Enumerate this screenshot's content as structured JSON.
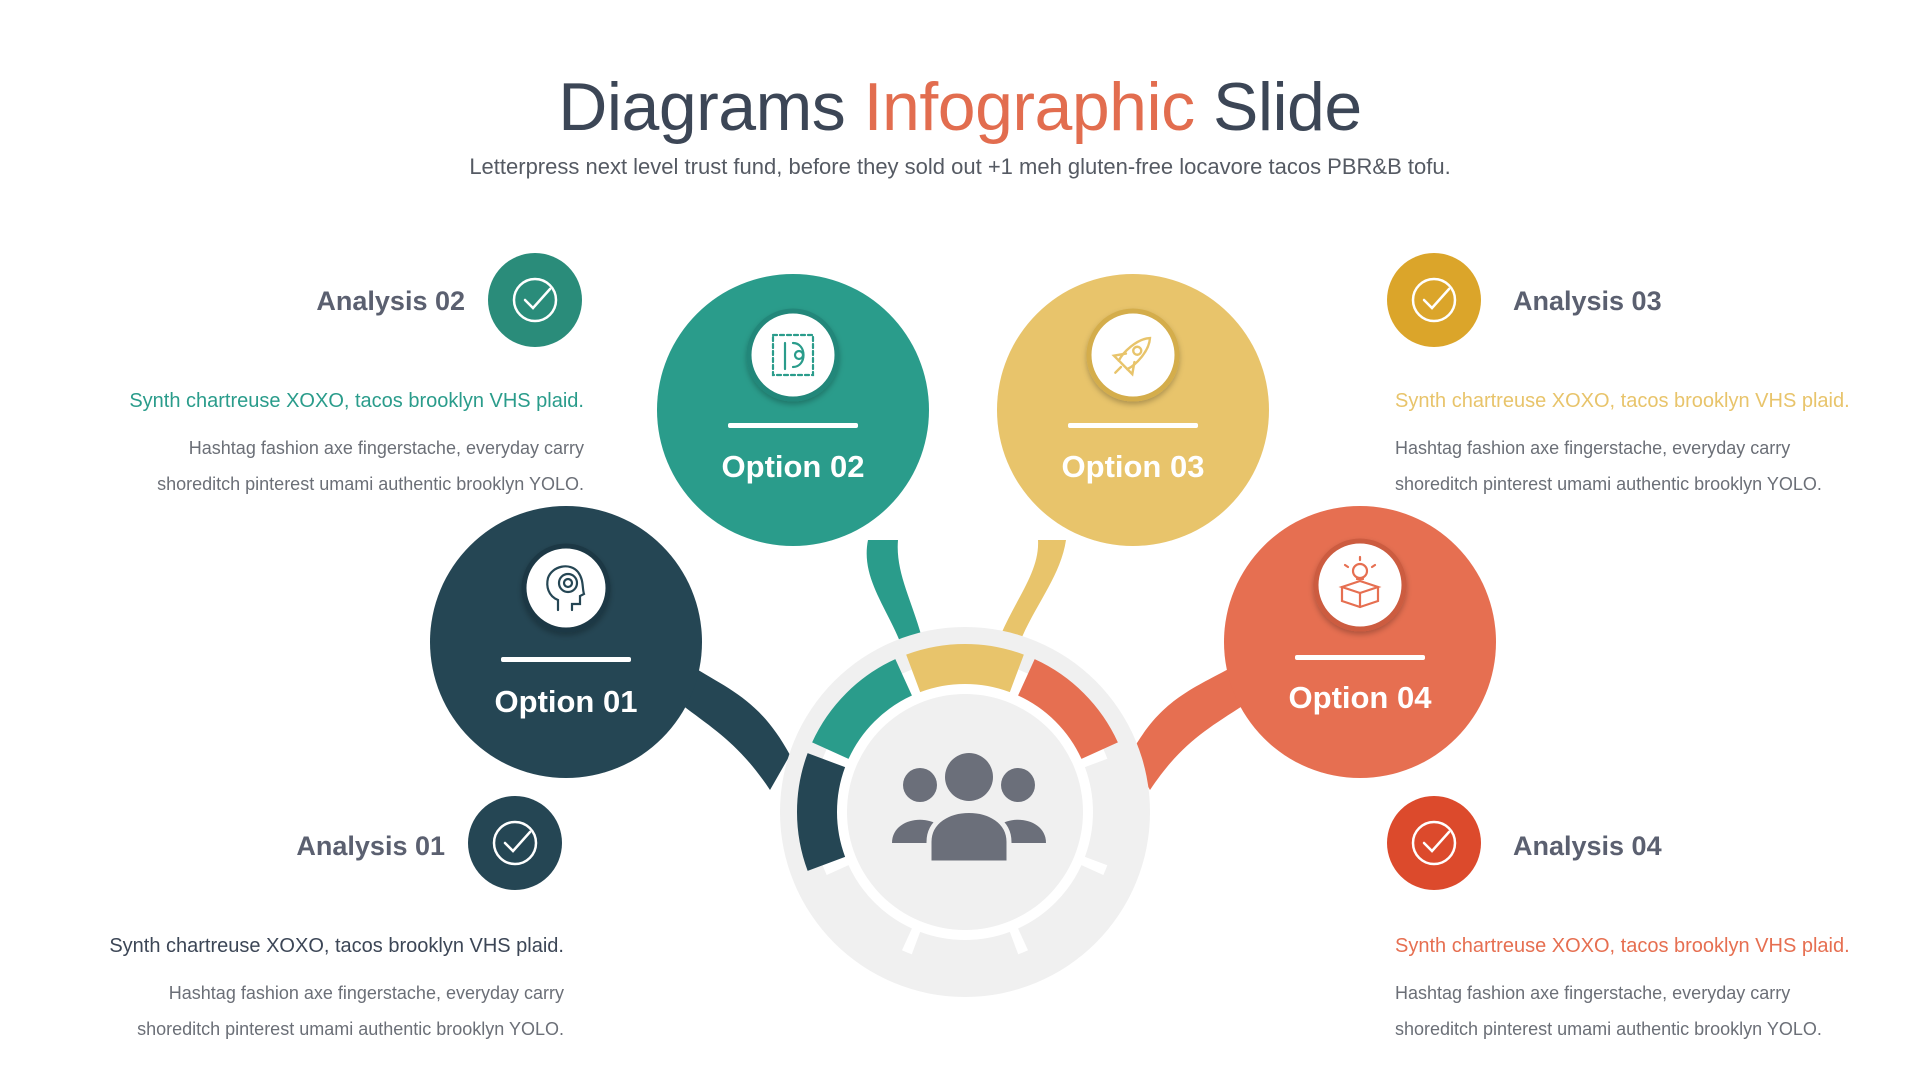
{
  "title": {
    "part1": "Diagrams ",
    "part2": "Infographic",
    "part3": " Slide"
  },
  "subtitle": "Letterpress next level trust fund, before they sold out +1 meh gluten-free locavore tacos PBR&B tofu.",
  "options": [
    {
      "label": "Option 01",
      "color": "#254654",
      "icon": "head-brain-icon"
    },
    {
      "label": "Option 02",
      "color": "#2a9c8b",
      "icon": "design-tools-icon"
    },
    {
      "label": "Option 03",
      "color": "#e8c46b",
      "icon": "rocket-icon"
    },
    {
      "label": "Option 04",
      "color": "#e66f51",
      "icon": "idea-box-icon"
    }
  ],
  "analyses": [
    {
      "heading": "Analysis 01",
      "color": "#254654",
      "icon": "check-circle-icon",
      "tagline": "Synth chartreuse XOXO, tacos brooklyn VHS plaid.",
      "tagline_color": "#3c4656",
      "line1": "Hashtag fashion axe fingerstache, everyday carry",
      "line2": "shoreditch pinterest umami authentic brooklyn YOLO."
    },
    {
      "heading": "Analysis 02",
      "color": "#2a8c7a",
      "icon": "check-circle-icon",
      "tagline": "Synth chartreuse XOXO, tacos brooklyn VHS plaid.",
      "tagline_color": "#2a9c8b",
      "line1": "Hashtag fashion axe fingerstache, everyday carry",
      "line2": "shoreditch pinterest umami authentic brooklyn YOLO."
    },
    {
      "heading": "Analysis 03",
      "color": "#dba52a",
      "icon": "check-circle-icon",
      "tagline": "Synth chartreuse XOXO, tacos brooklyn VHS plaid.",
      "tagline_color": "#e8c46b",
      "line1": "Hashtag fashion axe fingerstache, everyday carry",
      "line2": "shoreditch pinterest umami authentic brooklyn YOLO."
    },
    {
      "heading": "Analysis 04",
      "color": "#dc4a2c",
      "icon": "check-circle-icon",
      "tagline": "Synth chartreuse XOXO, tacos brooklyn VHS plaid.",
      "tagline_color": "#e66f51",
      "line1": "Hashtag fashion axe fingerstache, everyday carry",
      "line2": "shoreditch pinterest umami authentic brooklyn YOLO."
    }
  ],
  "center": {
    "icon": "team-icon",
    "ring_color": "#f0f0f0",
    "icon_color": "#6b6f7a"
  }
}
